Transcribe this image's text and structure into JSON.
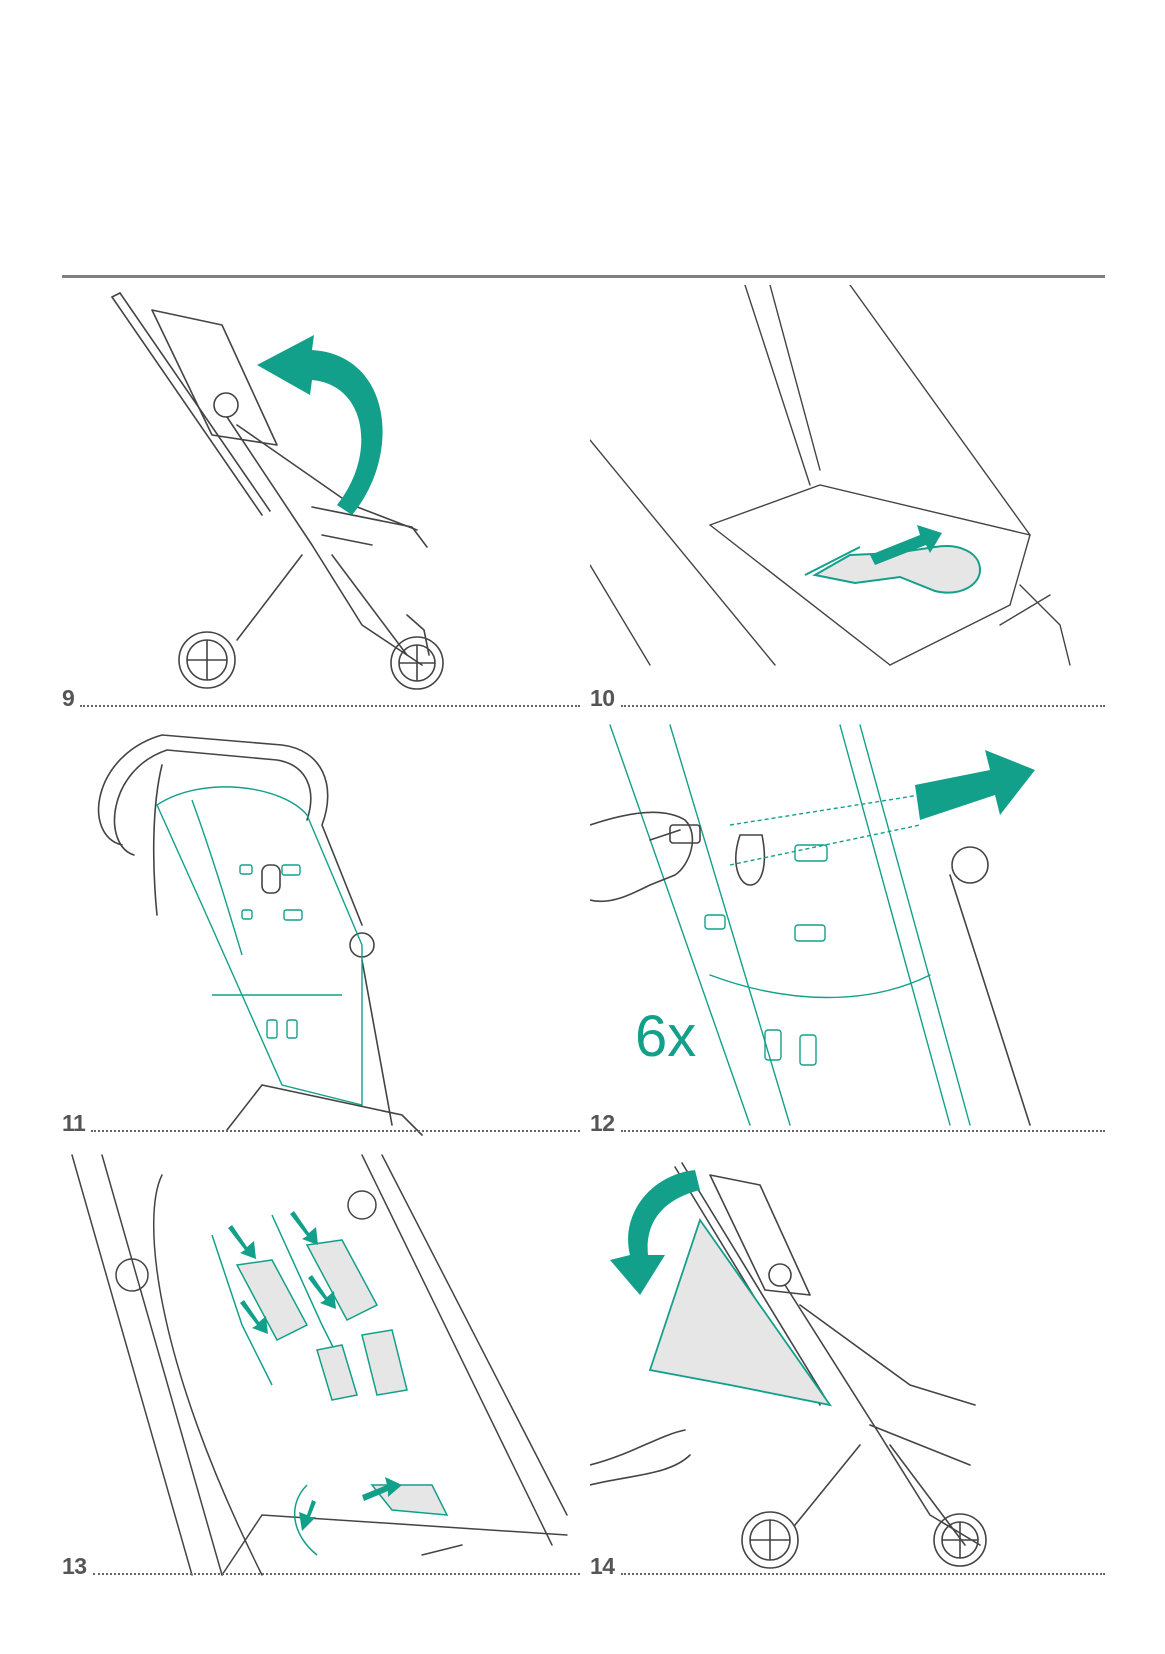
{
  "steps": [
    {
      "number": "9"
    },
    {
      "number": "10"
    },
    {
      "number": "11"
    },
    {
      "number": "12",
      "label": "6x"
    },
    {
      "number": "13"
    },
    {
      "number": "14"
    }
  ],
  "colors": {
    "accent": "#13a08a",
    "line": "#444444",
    "rule": "#7f7f7f",
    "fill_light": "#e6e6e6"
  }
}
